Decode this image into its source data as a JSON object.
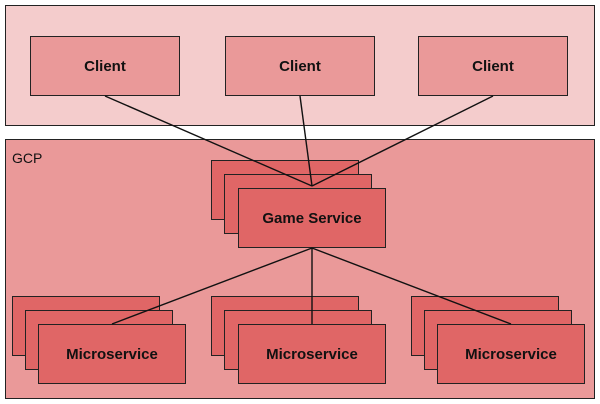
{
  "zones": {
    "gcp_label": "GCP"
  },
  "clients": [
    {
      "label": "Client"
    },
    {
      "label": "Client"
    },
    {
      "label": "Client"
    }
  ],
  "game_service": {
    "label": "Game Service"
  },
  "microservices": [
    {
      "label": "Microservice"
    },
    {
      "label": "Microservice"
    },
    {
      "label": "Microservice"
    }
  ],
  "colors": {
    "client_zone": "#f4cccc",
    "gcp_zone": "#ea9999",
    "client_box": "#ea9999",
    "service_box": "#e06666",
    "line": "#111111"
  }
}
